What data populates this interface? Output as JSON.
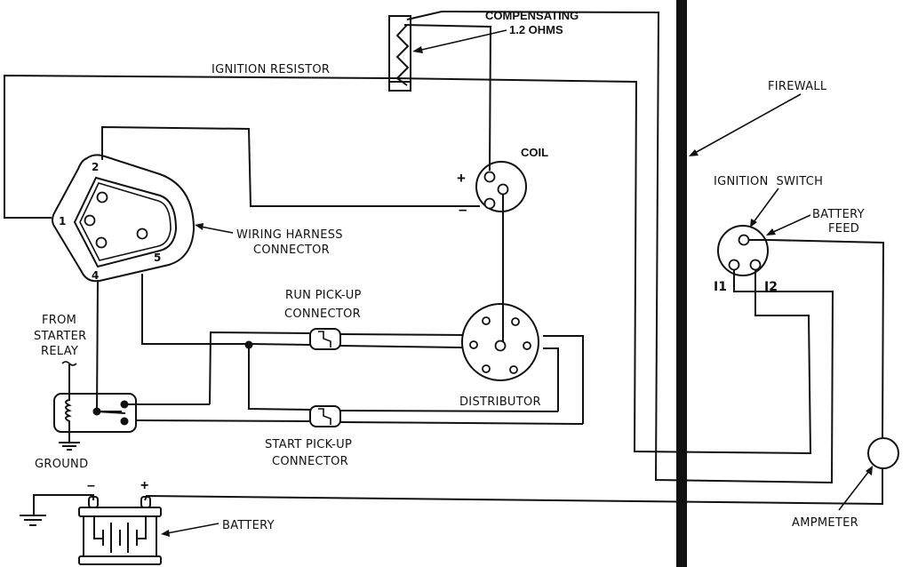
{
  "diagram": {
    "type": "electronic ignition wiring schematic",
    "labels": {
      "compensating_resistor": [
        "COMPENSATING",
        "1.2 OHMS"
      ],
      "ignition_resistor": "IGNITION RESISTOR",
      "coil": "COIL",
      "coil_plus": "+",
      "coil_minus": "–",
      "wiring_harness_connector": [
        "WIRING HARNESS",
        "CONNECTOR"
      ],
      "run_pickup_connector": [
        "RUN PICK-UP",
        "CONNECTOR"
      ],
      "start_pickup_connector": [
        "START PICK-UP",
        "CONNECTOR"
      ],
      "distributor": "DISTRIBUTOR",
      "from_starter_relay": [
        "FROM",
        "STARTER",
        "RELAY"
      ],
      "ground": "GROUND",
      "battery": "BATTERY",
      "battery_minus": "–",
      "battery_plus": "+",
      "firewall": "FIREWALL",
      "ignition_switch": "IGNITION  SWITCH",
      "battery_feed": [
        "BATTERY",
        "FEED"
      ],
      "switch_terminal_i1": "I1",
      "switch_terminal_i2": "I2",
      "ampmeter": "AMPMETER"
    },
    "harness_pins": [
      "1",
      "2",
      "4",
      "5"
    ],
    "components": [
      "compensating-resistor",
      "ignition-resistor",
      "coil",
      "wiring-harness-connector",
      "run-pickup-connector",
      "start-pickup-connector",
      "distributor",
      "starter-relay",
      "battery",
      "firewall",
      "ignition-switch",
      "ampmeter"
    ]
  }
}
